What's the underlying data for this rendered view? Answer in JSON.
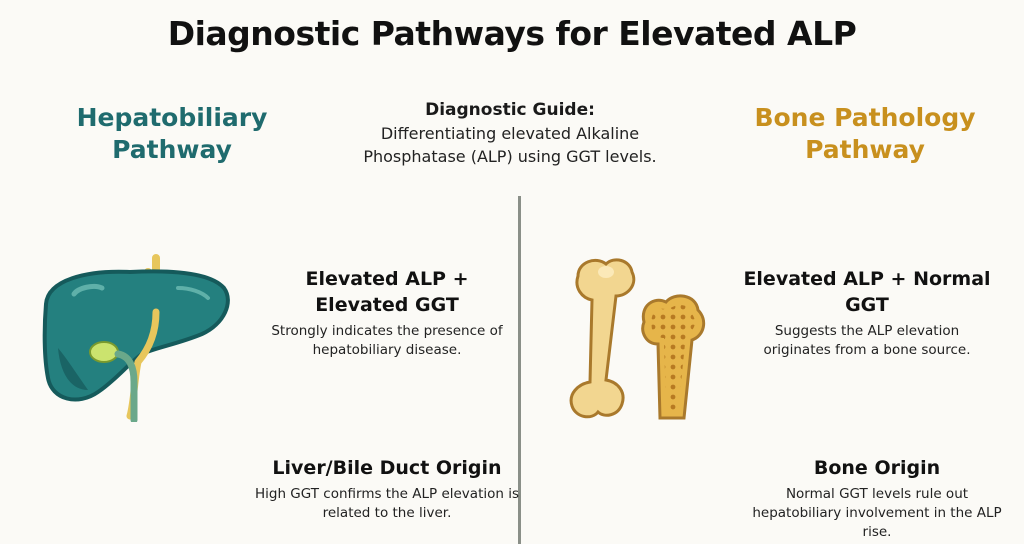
{
  "title": "Diagnostic Pathways for Elevated ALP",
  "hepatobiliary": {
    "heading": "Hepatobiliary Pathway",
    "color": "#1f6b6e",
    "finding": {
      "title": "Elevated ALP + Elevated GGT",
      "text": "Strongly indicates the presence of hepatobiliary disease."
    },
    "origin": {
      "title": "Liver/Bile Duct Origin",
      "text": "High GGT confirms the ALP elevation is related to the liver."
    },
    "illustration": "liver-icon"
  },
  "guide": {
    "title": "Diagnostic Guide:",
    "text": "Differentiating elevated Alkaline Phosphatase (ALP) using GGT levels."
  },
  "bone": {
    "heading": "Bone Pathology Pathway",
    "color": "#c8901e",
    "finding": {
      "title": "Elevated ALP + Normal GGT",
      "text": "Suggests the ALP elevation originates from a bone source."
    },
    "origin": {
      "title": "Bone Origin",
      "text": "Normal GGT levels rule out hepatobiliary involvement in the ALP rise."
    },
    "illustration": "bone-icon"
  }
}
